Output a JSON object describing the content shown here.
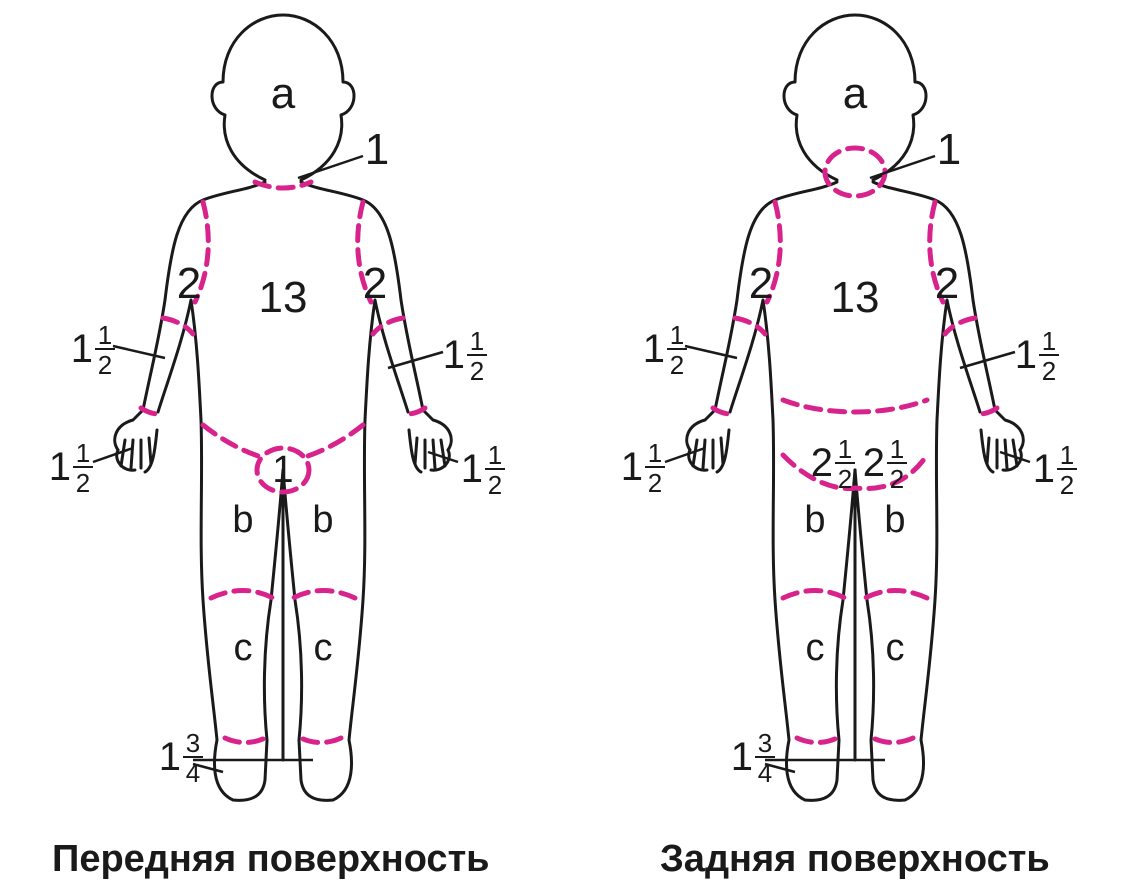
{
  "figures": [
    {
      "id": "front",
      "caption": "Передняя поверхность",
      "labels": {
        "head": "a",
        "neck": "1",
        "trunk": "13",
        "upper_arm_left": "2",
        "upper_arm_right": "2",
        "forearm_left": "1½",
        "forearm_right": "1½",
        "hand_left": "1½",
        "hand_right": "1½",
        "genitals": "1",
        "thigh_left": "b",
        "thigh_right": "b",
        "leg_left": "c",
        "leg_right": "c",
        "foot": "1¾"
      }
    },
    {
      "id": "back",
      "caption": "Задняя поверхность",
      "labels": {
        "head": "a",
        "neck": "1",
        "trunk": "13",
        "upper_arm_left": "2",
        "upper_arm_right": "2",
        "forearm_left": "1½",
        "forearm_right": "1½",
        "hand_left": "1½",
        "hand_right": "1½",
        "buttock_left": "2½",
        "buttock_right": "2½",
        "thigh_left": "b",
        "thigh_right": "b",
        "leg_left": "c",
        "leg_right": "c",
        "foot": "1¾"
      }
    }
  ],
  "colors": {
    "outline": "#1a1a1a",
    "zone_boundary": "#d9238c"
  }
}
